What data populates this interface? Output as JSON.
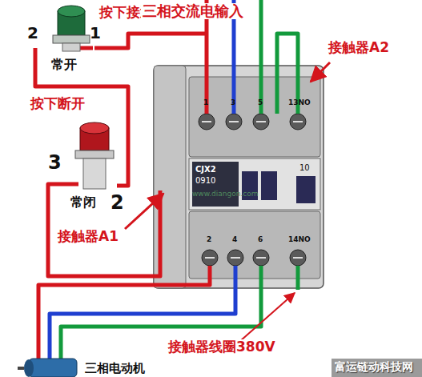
{
  "diagram": {
    "labels": [
      "2",
      "1",
      "按下接通",
      "三相交流电输入",
      "接触器A2",
      "常开",
      "按下断开",
      "3",
      "常闭",
      "2",
      "接触器A1",
      "接触器线圈380V",
      "三相电动机",
      "富运链动科技网",
      "CJX2",
      "0910",
      "10",
      "1",
      "3",
      "5",
      "13NO",
      "2",
      "4",
      "6",
      "14NO",
      "www.diangon.com"
    ]
  }
}
